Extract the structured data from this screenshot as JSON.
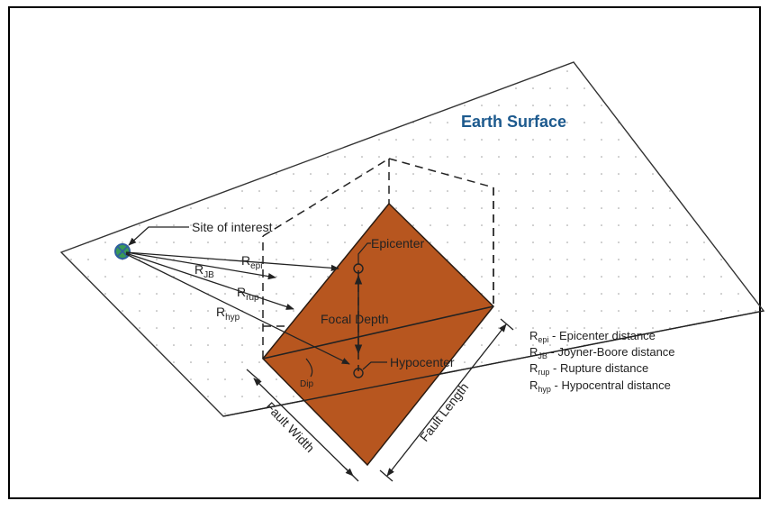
{
  "colors": {
    "frame": "#000000",
    "fault_fill": "#b7561f",
    "fault_edge": "#2a1a10",
    "earth_title": "#1d5a8e",
    "site_marker": "#3a9a55",
    "site_marker_ring": "#2e5f9e",
    "line": "#222222"
  },
  "diagram": {
    "earth_surface_label": "Earth Surface",
    "site_label": "Site of interest",
    "epicenter_label": "Epicenter",
    "hypocenter_label": "Hypocenter",
    "focal_depth_label": "Focal Depth",
    "dip_label": "Dip",
    "fault_width_label": "Fault Width",
    "fault_length_label": "Fault Length",
    "distances": {
      "epi": {
        "symbol": "R",
        "subscript": "epi"
      },
      "jb": {
        "symbol": "R",
        "subscript": "JB"
      },
      "rup": {
        "symbol": "R",
        "subscript": "rup"
      },
      "hyp": {
        "symbol": "R",
        "subscript": "hyp"
      }
    }
  },
  "legend": [
    {
      "symbol": "R",
      "subscript": "epi",
      "text": " - Epicenter distance"
    },
    {
      "symbol": "R",
      "subscript": "JB",
      "text": " - Joyner-Boore distance"
    },
    {
      "symbol": "R",
      "subscript": "rup",
      "text": " - Rupture distance"
    },
    {
      "symbol": "R",
      "subscript": "hyp",
      "text": " - Hypocentral distance"
    }
  ]
}
